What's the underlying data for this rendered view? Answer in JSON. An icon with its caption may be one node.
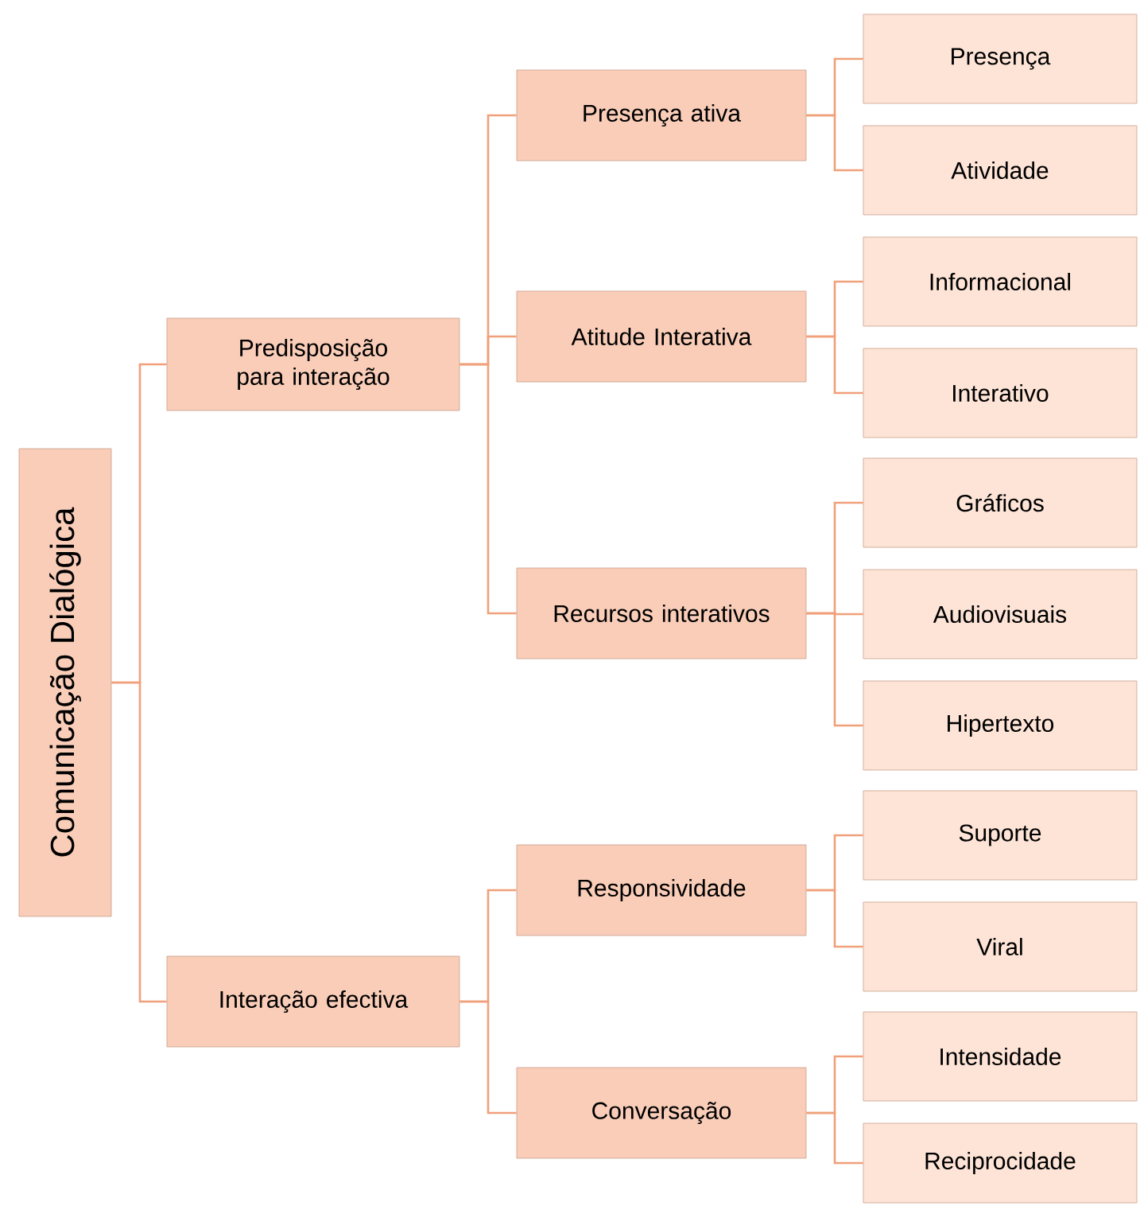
{
  "diagram": {
    "nodes": [
      {
        "text": [
          "Comunicação Dialógica"
        ]
      },
      {
        "text": [
          "Predisposição para interação"
        ]
      },
      {
        "text": [
          "Interação efectiva"
        ]
      },
      {
        "text": [
          "Presença ativa"
        ]
      },
      {
        "text": [
          "Atitude Interativa"
        ]
      },
      {
        "text": [
          "Recursos interativos"
        ]
      },
      {
        "text": [
          "Responsividade"
        ]
      },
      {
        "text": [
          "Conversação"
        ]
      },
      {
        "text": [
          "Presença"
        ]
      },
      {
        "text": [
          "Atividade"
        ]
      },
      {
        "text": [
          "Informacional"
        ]
      },
      {
        "text": [
          "Interativo"
        ]
      },
      {
        "text": [
          "Gráficos"
        ]
      },
      {
        "text": [
          "Audiovisuais"
        ]
      },
      {
        "text": [
          "Hipertexto"
        ]
      },
      {
        "text": [
          "Suporte"
        ]
      },
      {
        "text": [
          "Viral"
        ]
      },
      {
        "text": [
          "Intensidade"
        ]
      },
      {
        "text": [
          "Reciprocidade"
        ]
      }
    ],
    "edges": [
      {
        "from": 0,
        "to": 1,
        "arrow": "none"
      },
      {
        "from": 0,
        "to": 2,
        "arrow": "none"
      },
      {
        "from": 1,
        "to": 3,
        "arrow": "none"
      },
      {
        "from": 1,
        "to": 4,
        "arrow": "none"
      },
      {
        "from": 1,
        "to": 5,
        "arrow": "none"
      },
      {
        "from": 2,
        "to": 6,
        "arrow": "none"
      },
      {
        "from": 2,
        "to": 7,
        "arrow": "none"
      },
      {
        "from": 3,
        "to": 8,
        "arrow": "none"
      },
      {
        "from": 3,
        "to": 9,
        "arrow": "none"
      },
      {
        "from": 4,
        "to": 10,
        "arrow": "none"
      },
      {
        "from": 4,
        "to": 11,
        "arrow": "none"
      },
      {
        "from": 5,
        "to": 12,
        "arrow": "none"
      },
      {
        "from": 5,
        "to": 13,
        "arrow": "none"
      },
      {
        "from": 5,
        "to": 14,
        "arrow": "none"
      },
      {
        "from": 6,
        "to": 15,
        "arrow": "none"
      },
      {
        "from": 6,
        "to": 16,
        "arrow": "none"
      },
      {
        "from": 7,
        "to": 17,
        "arrow": "none"
      },
      {
        "from": 7,
        "to": 18,
        "arrow": "none"
      }
    ]
  }
}
